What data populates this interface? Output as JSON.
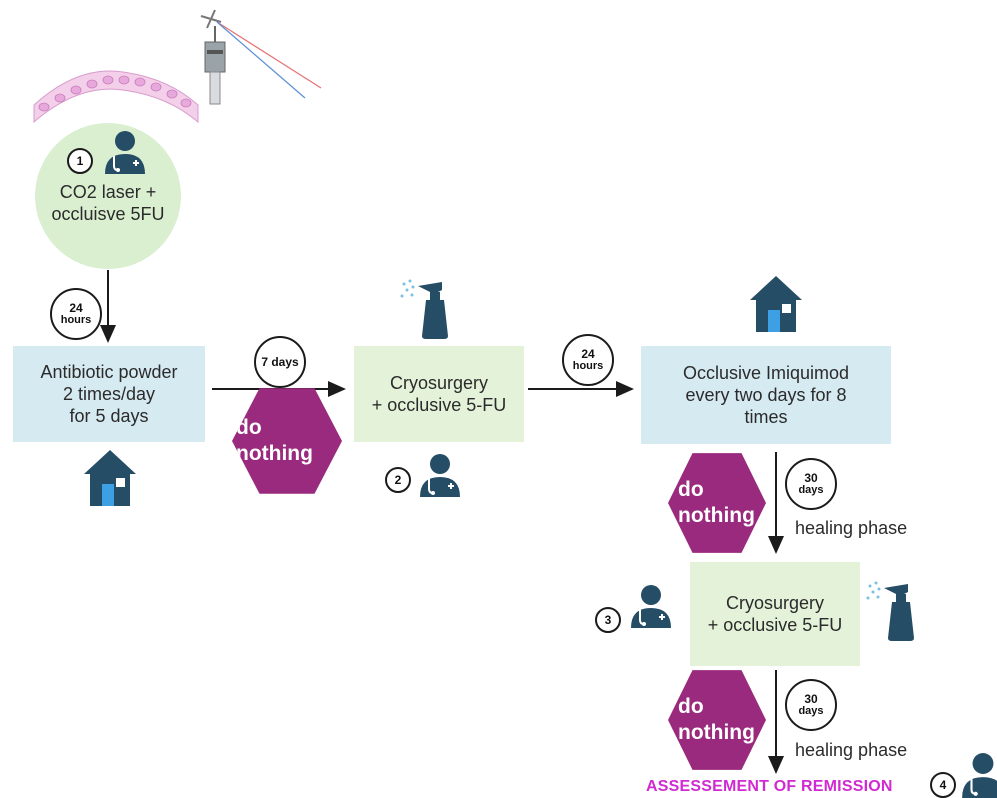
{
  "colors": {
    "navy": "#264d66",
    "hexagon": "#9a2a7d",
    "remission_text": "#d12ad2",
    "green_box": "#e3f2d8",
    "blue_box": "#d6eaf2"
  },
  "step1": {
    "number": "1",
    "text": "CO2 laser +\noccluisve 5FU",
    "icons": [
      "epithelium-icon",
      "microscope-icon",
      "doctor-icon"
    ]
  },
  "wait1": {
    "value": "24",
    "unit": "hours"
  },
  "box_antibiotic": {
    "text": "Antibiotic powder\n2 times/day\nfor 5 days",
    "icon": "house-icon"
  },
  "wait2": {
    "value": "7 days"
  },
  "hex1": {
    "text": "do\nnothing"
  },
  "box_cryo1": {
    "text": "Cryosurgery\n+ occlusive 5-FU",
    "icons": [
      "spray-bottle-icon",
      "doctor-icon"
    ]
  },
  "step2": {
    "number": "2"
  },
  "wait3": {
    "value": "24",
    "unit": "hours"
  },
  "box_imiquimod": {
    "text": "Occlusive Imiquimod\nevery two days for 8\ntimes",
    "icon": "house-icon"
  },
  "hex2": {
    "text": "do\nnothing"
  },
  "wait4": {
    "value": "30",
    "unit": "days"
  },
  "healing1": {
    "text": "healing phase"
  },
  "step3": {
    "number": "3"
  },
  "box_cryo2": {
    "text": "Cryosurgery\n+ occlusive 5-FU",
    "icons": [
      "doctor-icon",
      "spray-bottle-icon"
    ]
  },
  "hex3": {
    "text": "do\nnothing"
  },
  "wait5": {
    "value": "30",
    "unit": "days"
  },
  "healing2": {
    "text": "healing phase"
  },
  "remission": {
    "text": "ASSESSEMENT OF REMISSION"
  },
  "step4": {
    "number": "4"
  }
}
